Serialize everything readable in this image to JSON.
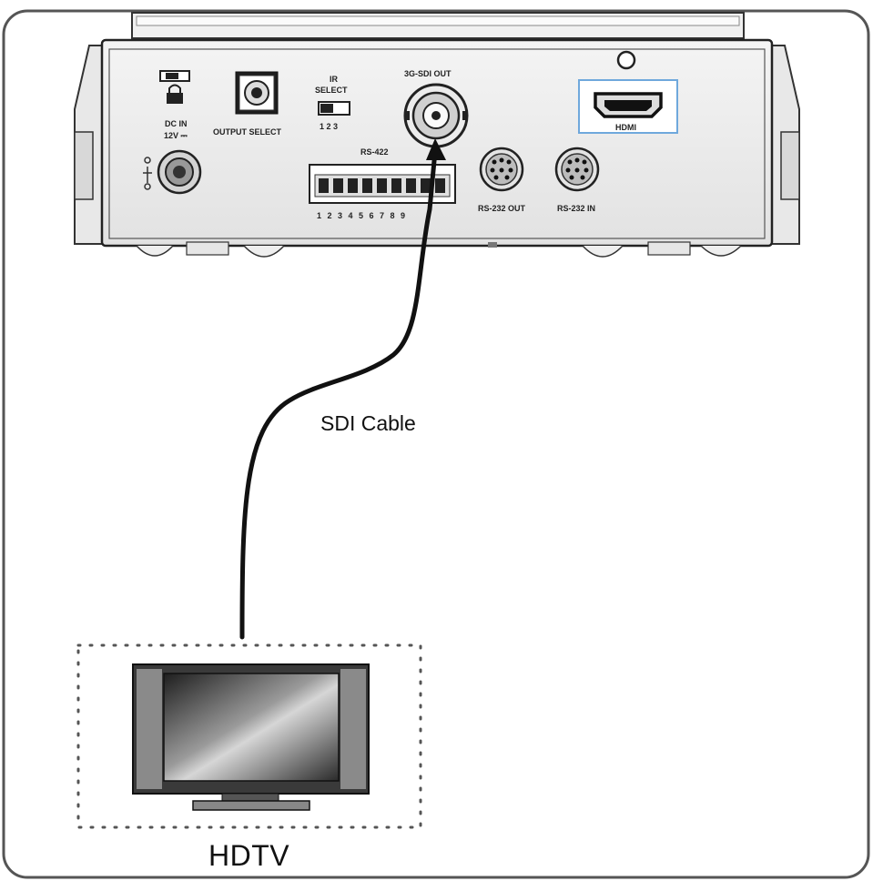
{
  "device": {
    "ports": {
      "dc_in": "DC IN",
      "dc_in_voltage": "12V ⎓",
      "output_select": "OUTPUT SELECT",
      "ir_select_1": "IR",
      "ir_select_2": "SELECT",
      "ir_select_positions": "1  2  3",
      "sdi_out": "3G-SDI OUT",
      "hdmi": "HDMI",
      "rs422": "RS-422",
      "rs422_pins": "1 2 3 4 5 6 7 8 9",
      "rs232_out": "RS-232 OUT",
      "rs232_in": "RS-232 IN"
    }
  },
  "cable": {
    "label": "SDI Cable"
  },
  "display": {
    "label": "HDTV"
  },
  "colors": {
    "hdmi_highlight": "#6fa8dc",
    "outline": "#333333"
  },
  "icons": [
    "lock-icon",
    "battery-icon",
    "power-symbol-icon",
    "tv-icon"
  ]
}
